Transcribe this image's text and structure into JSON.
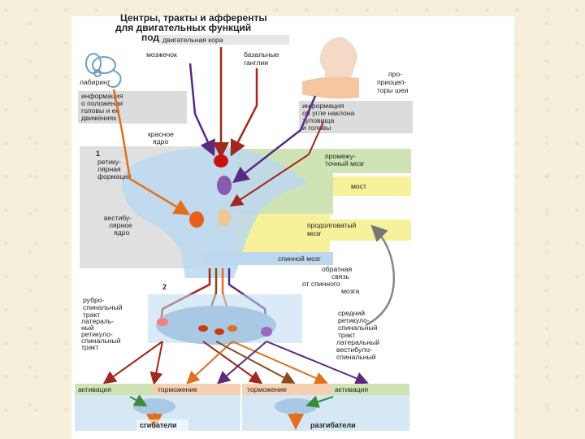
{
  "title": [
    "Центры, тракты и афференты",
    "для двигательных функций",
    "поддержания позы"
  ],
  "labels": {
    "cortex": "двигательная кора",
    "cerebellum": "мозжечок",
    "basal_ganglia": [
      "базальные",
      "ганглии"
    ],
    "labyrinth": "лабиринт",
    "neck_proprio": [
      "про-",
      "приоцеп-",
      "торы шеи"
    ],
    "head_info": [
      "информация",
      "о положении",
      "головы и ее",
      "движениях"
    ],
    "tilt_info": [
      "информация",
      "об угле наклона",
      "туловища",
      "и головы"
    ],
    "red_nucleus": [
      "красное",
      "ядро"
    ],
    "reticular": [
      "ретику-",
      "лярная",
      "формация"
    ],
    "midbrain": [
      "промежу-",
      "точный мозг"
    ],
    "pons": "мост",
    "vestibular_nucleus": [
      "вестибу-",
      "лярное",
      "ядро"
    ],
    "medulla": [
      "продолговатый",
      "мозг"
    ],
    "spinal_cord": "спинной мозг",
    "feedback": [
      "обратная",
      "связь",
      "от спинного",
      "мозга"
    ],
    "rubrospinal": [
      "рубро-",
      "спинальный",
      "тракт"
    ],
    "lat_reticulospinal": [
      "латераль-",
      "ный",
      "ретикуло-",
      "спинальный",
      "тракт"
    ],
    "med_reticulospinal": [
      "средний",
      "ретикуло-",
      "спинальный",
      "тракт"
    ],
    "lat_vestibulospinal": [
      "латеральный",
      "вестибуло-",
      "спинальный",
      "тракт"
    ],
    "activation": "активация",
    "inhibition": "торможение",
    "flexors": "сгибатели",
    "extensors": "разгибатели",
    "section1": "1",
    "section2": "2"
  },
  "colors": {
    "red_pathway": "#a0281e",
    "purple_pathway": "#5a2a82",
    "orange_pathway": "#e0701e",
    "brown_pathway": "#8a4a1e",
    "gray_box": "#dcdcdc",
    "green_box": "#cfe3b4",
    "yellow_box": "#f6f19a",
    "blue_box": "#bcd8ee",
    "pink_box": "#f6d0b0"
  }
}
